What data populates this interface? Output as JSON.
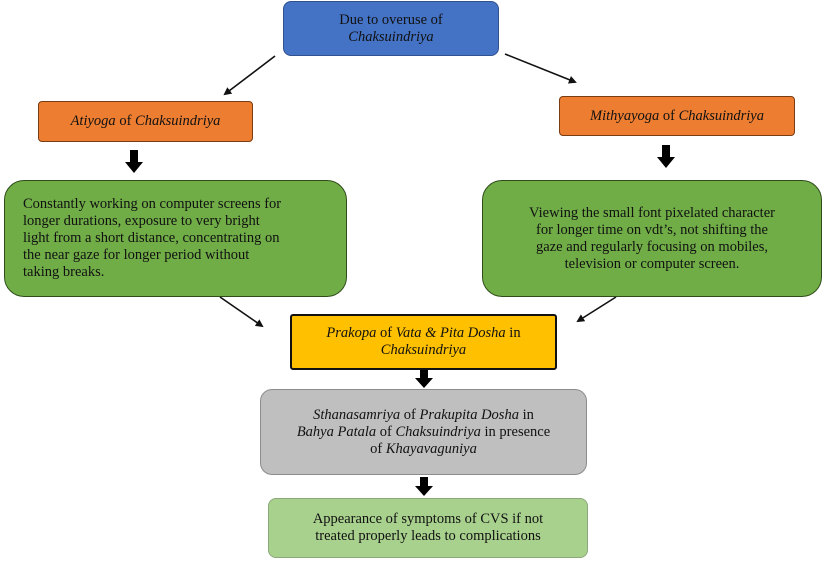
{
  "boxes": {
    "top": {
      "line1": "Due to overuse of",
      "line2_it": "Chaksuindriya"
    },
    "atiyoga": {
      "it1": "Atiyoga",
      "plain": " of ",
      "it2": "Chaksuindriya"
    },
    "mithyayoga": {
      "it1": "Mithyayoga",
      "plain": " of ",
      "it2": "Chaksuindriya"
    },
    "atiyoga_desc": {
      "lines": [
        "Constantly working on computer screens for",
        "longer durations, exposure to very bright",
        "light from a short distance, concentrating on",
        "the near gaze for longer period without",
        "taking breaks."
      ]
    },
    "mithyayoga_desc": {
      "lines": [
        "Viewing the small font pixelated character",
        "for longer time on vdt’s, not shifting the",
        "gaze and regularly focusing on mobiles,",
        "television or computer screen."
      ]
    },
    "prakopa": {
      "it1": "Prakopa",
      "p1": " of ",
      "it2": "Vata & Pita Dosha",
      "p2": " in",
      "it3": "Chaksuindriya"
    },
    "sthana": {
      "it1": "Sthanasamriya",
      "p1": " of ",
      "it2": "Prakupita Dosha",
      "p2": " in",
      "it3": "Bahya Patala",
      "p3": " of ",
      "it4": "Chaksuindriya",
      "p4": " in presence",
      "p5": "of ",
      "it5": "Khayavaguniya"
    },
    "appearance": {
      "lines": [
        "Appearance of symptoms of CVS if not",
        "treated properly leads to complications"
      ]
    }
  },
  "colors": {
    "blue": "#4472c4",
    "orange": "#ed7d31",
    "green": "#70ad47",
    "yellow": "#ffc000",
    "grey": "#bfbfbf",
    "light_green": "#a9d18e"
  }
}
